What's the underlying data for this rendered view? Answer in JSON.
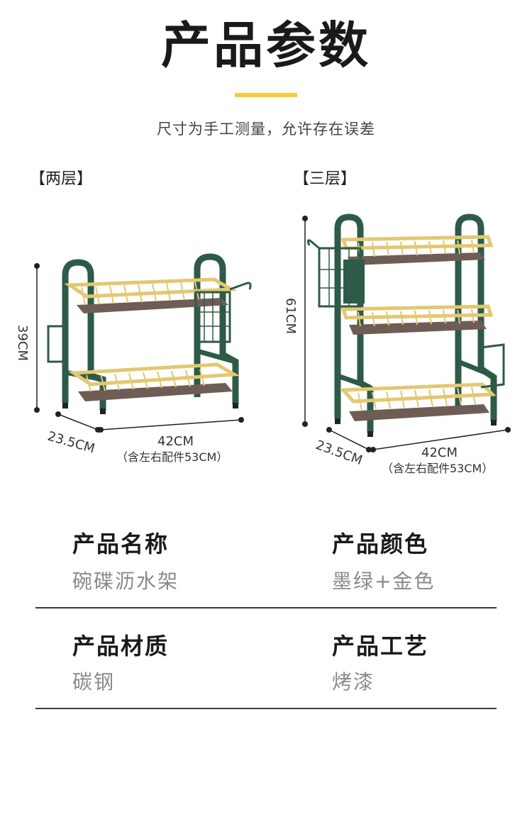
{
  "header": {
    "title": "产品参数",
    "subtitle": "尺寸为手工测量，允许存在误差"
  },
  "two_tier": {
    "label": "【两层】",
    "height": "39CM",
    "depth": "23.5CM",
    "width": "42CM",
    "width_note": "（含左右配件53CM）"
  },
  "three_tier": {
    "label": "【三层】",
    "height": "61CM",
    "depth": "23.5CM",
    "width": "42CM",
    "width_note": "（含左右配件53CM）"
  },
  "specs": {
    "name_label": "产品名称",
    "name_value": "碗碟沥水架",
    "color_label": "产品颜色",
    "color_value": "墨绿+金色",
    "material_label": "产品材质",
    "material_value": "碳钢",
    "craft_label": "产品工艺",
    "craft_value": "烤漆"
  },
  "colors": {
    "frame": "#2e5a48",
    "gold": "#e2c871",
    "tray": "#6e5d55",
    "accent": "#f2cc3d"
  }
}
